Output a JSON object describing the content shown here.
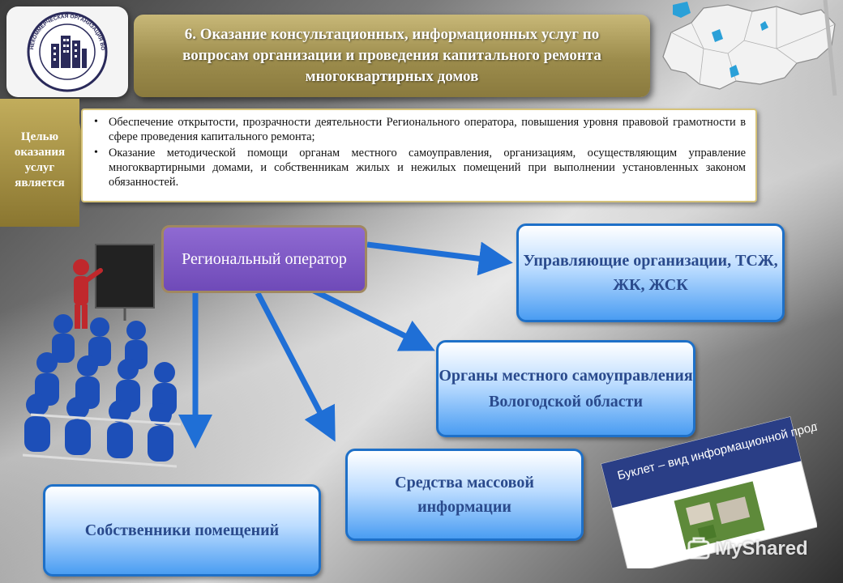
{
  "title": "6. Оказание консультационных, информационных услуг по вопросам организации и проведения капитального ремонта многоквартирных домов",
  "seal": {
    "text": "НЕКОММЕРЧЕСКАЯ ОРГАНИЗАЦИЯ ВОЛОГОДСКОЙ ОБЛАСТИ"
  },
  "goal_label": "Целью оказания услуг является",
  "bullets": [
    {
      "marker": "•",
      "text": "Обеспечение открытости, прозрачности деятельности Регионального оператора, повышения уровня правовой грамотности в сфере проведения капитального ремонта;"
    },
    {
      "marker": "•",
      "text": "Оказание методической помощи органам местного самоуправления, организациям, осуществляющим управление многоквартирными домами, и собственникам жилых и нежилых помещений при выполнении установленных законом обязанностей."
    }
  ],
  "diagram": {
    "source": "Региональный оператор",
    "targets": {
      "management": "Управляющие организации, ТСЖ, ЖК, ЖСК",
      "local_gov": "Органы местного самоуправления Вологодской области",
      "media": "Средства массовой информации",
      "owners": "Собственники помещений"
    }
  },
  "booklet": {
    "caption": "Буклет – вид информационной продукции"
  },
  "watermark": "MyShared",
  "colors": {
    "title_gold": "#9c8c4c",
    "operator_purple": "#7a55c4",
    "arrow_blue": "#1f6fd6",
    "box_blue": "#4a9df2",
    "goal_gold": "#a48f3a"
  }
}
